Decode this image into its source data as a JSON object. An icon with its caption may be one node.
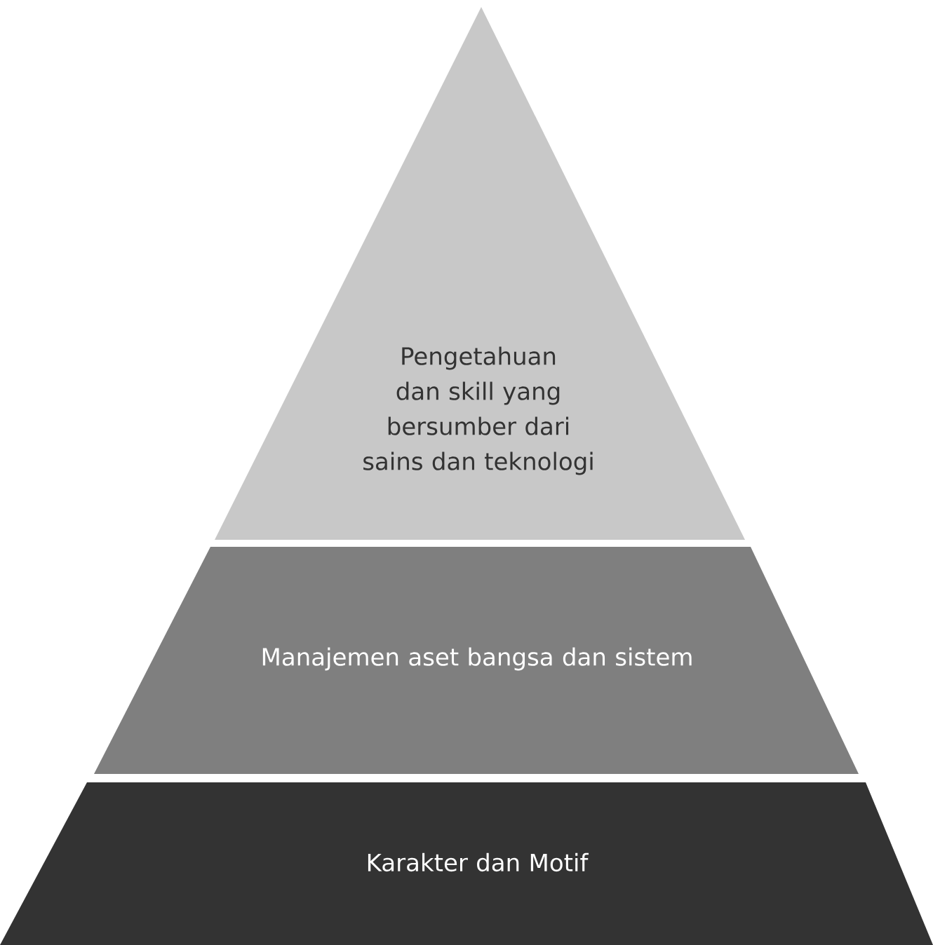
{
  "diagram": {
    "nodes": [
      {
        "text": [
          "Pengetahuan dan skill yang bersumber dari sains dan teknologi"
        ]
      },
      {
        "text": [
          "Manajemen aset bangsa dan sistem"
        ]
      },
      {
        "text": [
          "Karakter dan Motif"
        ]
      }
    ]
  }
}
